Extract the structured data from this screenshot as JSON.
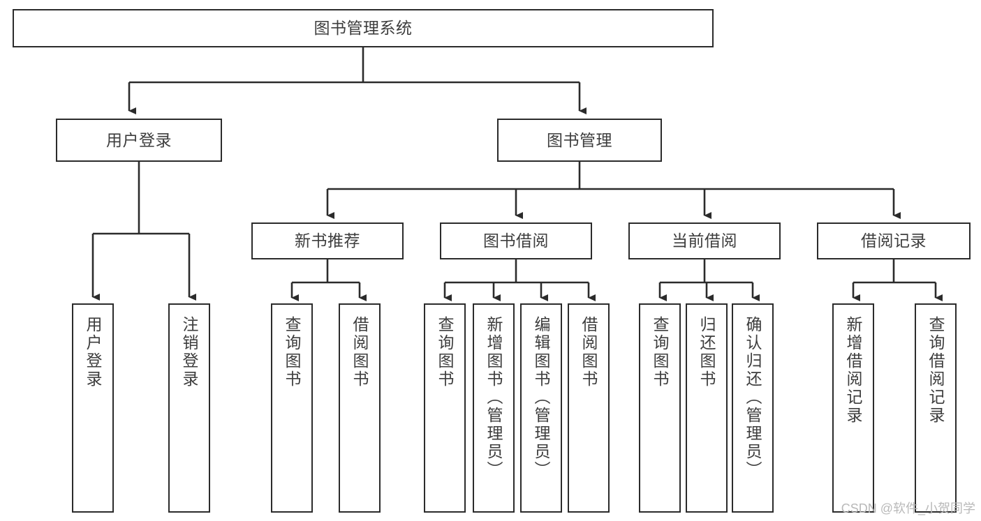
{
  "diagram": {
    "title": "图书管理系统",
    "type": "tree-hierarchy",
    "watermark": "CSDN @软件_小贺同学",
    "colors": {
      "box_stroke": "#2b2b2b",
      "box_fill": "#ffffff",
      "text": "#3d3d3d",
      "connector": "#2b2b2b",
      "watermark": "#b9b9b9",
      "background": "#ffffff"
    },
    "root": {
      "label": "图书管理系统"
    },
    "level2": [
      {
        "label": "用户登录"
      },
      {
        "label": "图书管理"
      }
    ],
    "level3": [
      {
        "label": "新书推荐"
      },
      {
        "label": "图书借阅"
      },
      {
        "label": "当前借阅"
      },
      {
        "label": "借阅记录"
      }
    ],
    "leaves": {
      "user_login": [
        {
          "label": "用户登录"
        },
        {
          "label": "注销登录"
        }
      ],
      "new_book_recommend": [
        {
          "label": "查询图书"
        },
        {
          "label": "借阅图书"
        }
      ],
      "book_borrow": [
        {
          "label": "查询图书"
        },
        {
          "label": "新增图书（管理员）"
        },
        {
          "label": "编辑图书（管理员）"
        },
        {
          "label": "借阅图书"
        }
      ],
      "current_borrow": [
        {
          "label": "查询图书"
        },
        {
          "label": "归还图书"
        },
        {
          "label": "确认归还（管理员）"
        }
      ],
      "borrow_record": [
        {
          "label": "新增借阅记录"
        },
        {
          "label": "查询借阅记录"
        }
      ]
    }
  }
}
